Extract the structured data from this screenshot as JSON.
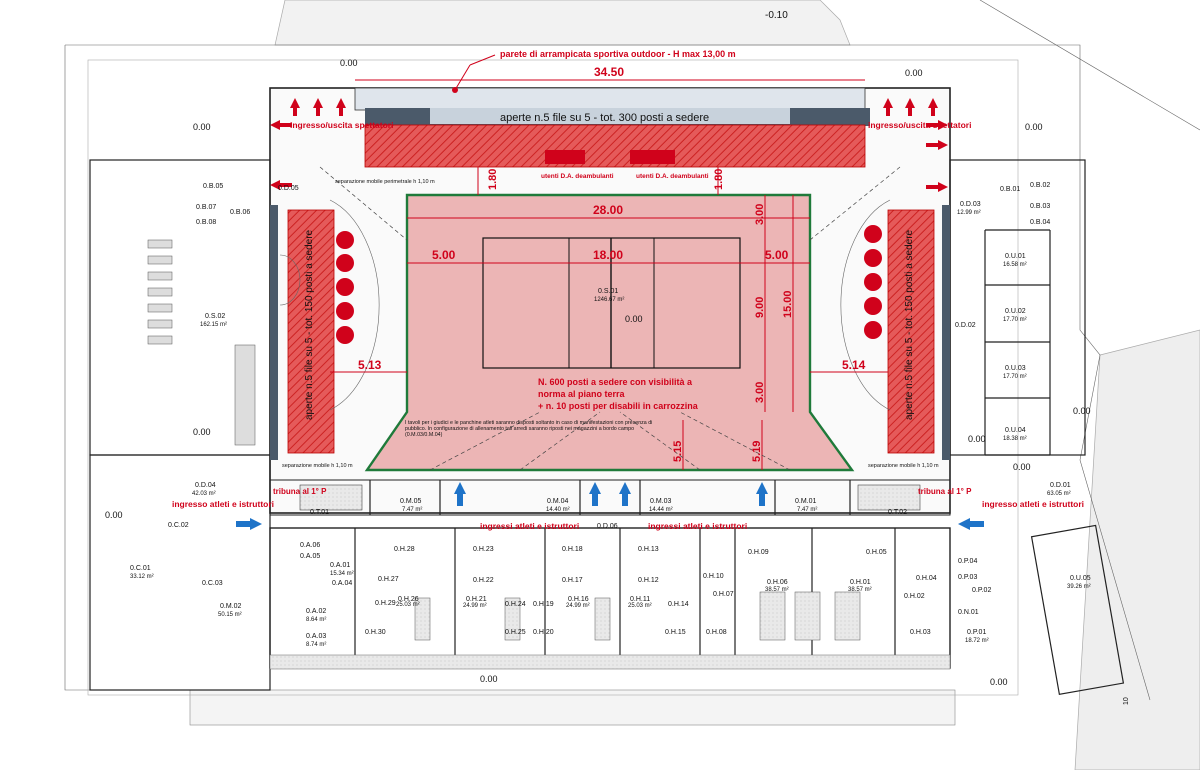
{
  "levels": {
    "outside_top": "-0.10",
    "floor_a": "0.00",
    "floor_b": "0.00",
    "floor_c": "0.00",
    "floor_d": "0.00",
    "floor_e": "0.00",
    "floor_f": "0.00",
    "floor_g": "0.00",
    "floor_h": "0.00",
    "floor_i": "0.00",
    "floor_j": "0.00",
    "floor_k": "0.00",
    "floor_l": "0.00"
  },
  "annotations": {
    "climbing_wall": "parete di arrampicata sportiva outdoor - H max 13,00 m",
    "top_stand": "aperte n.5 file su 5 - tot. 300 posti a sedere",
    "left_stand": "aperte n.5 file su 5 - tot. 150 posti a sedere",
    "right_stand": "aperte n.5 file su 5 - tot. 150 posti a sedere",
    "entry_spectators_left": "ingresso/uscita spettatori",
    "entry_spectators_right": "ingresso/uscita spettatori",
    "disabled_users_left": "utenti D.A. deambulanti",
    "disabled_users_right": "utenti D.A. deambulanti",
    "mobile_sep_top": "separazione mobile perimetrale h 1,10 m",
    "mobile_sep_left": "separazione mobile h 1,10 m",
    "mobile_sep_right": "separazione mobile h 1,10 m",
    "capacity_line1": "N. 600 posti a sedere con visibilità a",
    "capacity_line2": "norma al piano terra",
    "capacity_line3": "+ n. 10 posti per disabili in carrozzina",
    "tables_note": "I tavoli per i giudici e le panchine atleti saranno disposti soltanto in caso di manifestazioni con presenza di pubblico. In configurazione di allenamento tali arredi saranno riposti nei magazzini a bordo campo (0.M.03/0.M.04)",
    "athletes_entry_left": "ingresso atleti e istruttori",
    "athletes_entry_right": "ingresso atleti e istruttori",
    "athletes_entries_center_left": "ingressi atleti e istruttori",
    "athletes_entries_center_right": "ingressi atleti e istruttori",
    "tribune_left": "tribuna al 1° P",
    "tribune_right": "tribuna al 1° P"
  },
  "dimensions": {
    "overall": "34.50",
    "field_len": "28.00",
    "court_len": "18.00",
    "margin_left": "5.00",
    "margin_right": "5.00",
    "depth_top_l": "1.80",
    "depth_top_r": "1.80",
    "field_top": "3.00",
    "court_w": "9.00",
    "field_w": "15.00",
    "field_bot": "3.00",
    "side_left": "5.13",
    "side_right": "5.14",
    "bottom_l": "5.15",
    "bottom_r": "5.19"
  },
  "rooms": {
    "main": {
      "code": "0.S.01",
      "area": "1246.67 m²"
    },
    "gym": {
      "code": "0.S.02",
      "area": "162.15 m²"
    },
    "od03": {
      "code": "0.D.03",
      "area": "12.99 m²"
    },
    "od02": "0.D.02",
    "od05": "0.D.05",
    "od04": {
      "code": "0.D.04",
      "area": "42.03 m²"
    },
    "od01": {
      "code": "0.D.01",
      "area": "63.05 m²"
    },
    "od06": "0.D.06",
    "ou01": {
      "code": "0.U.01",
      "area": "16.58 m²"
    },
    "ou02": {
      "code": "0.U.02",
      "area": "17.70 m²"
    },
    "ou03": {
      "code": "0.U.03",
      "area": "17.70 m²"
    },
    "ou04": {
      "code": "0.U.04",
      "area": "18.38 m²"
    },
    "ou05": {
      "code": "0.U.05",
      "area": "39.26 m²"
    },
    "ob01": "0.B.01",
    "ob02": "0.B.02",
    "ob03": "0.B.03",
    "ob04": "0.B.04",
    "ob05": "0.B.05",
    "ob06": "0.B.06",
    "ob07": "0.B.07",
    "ob08": "0.B.08",
    "om05": {
      "code": "0.M.05",
      "area": "7.47 m²"
    },
    "om04": {
      "code": "0.M.04",
      "area": "14.40 m²"
    },
    "om03": {
      "code": "0.M.03",
      "area": "14.44 m²"
    },
    "om01": {
      "code": "0.M.01",
      "area": "7.47 m²"
    },
    "om02": {
      "code": "0.M.02",
      "area": "50.15 m²"
    },
    "ot01": "0.T.01",
    "ot02": "0.T.02",
    "oc01": {
      "code": "0.C.01",
      "area": "33.12 m²"
    },
    "oc02": "0.C.02",
    "oc03": "0.C.03",
    "oa01": {
      "code": "0.A.01",
      "area": "15.34 m²"
    },
    "oa02": {
      "code": "0.A.02",
      "area": "8.64 m²"
    },
    "oa03": {
      "code": "0.A.03",
      "area": "8.74 m²"
    },
    "oa04": "0.A.04",
    "oa05": "0.A.05",
    "oa06": "0.A.06",
    "oh28": "0.H.28",
    "oh27": "0.H.27",
    "oh26": {
      "code": "0.H.26",
      "area": "25.03 m²"
    },
    "oh29": "0.H.29",
    "oh30": "0.H.30",
    "oh23": "0.H.23",
    "oh22": "0.H.22",
    "oh21": {
      "code": "0.H.21",
      "area": "24.99 m²"
    },
    "oh24": "0.H.24",
    "oh25": "0.H.25",
    "oh18": "0.H.18",
    "oh17": "0.H.17",
    "oh16": {
      "code": "0.H.16",
      "area": "24.99 m²"
    },
    "oh19": "0.H.19",
    "oh20": "0.H.20",
    "oh13": "0.H.13",
    "oh12": "0.H.12",
    "oh11": {
      "code": "0.H.11",
      "area": "25.03 m²"
    },
    "oh14": "0.H.14",
    "oh15": "0.H.15",
    "oh10": "0.H.10",
    "oh09": "0.H.09",
    "oh07": "0.H.07",
    "oh06": {
      "code": "0.H.06",
      "area": "38.57 m²"
    },
    "oh01": {
      "code": "0.H.01",
      "area": "38.57 m²"
    },
    "oh08": "0.H.08",
    "oh05": "0.H.05",
    "oh04": "0.H.04",
    "oh02": "0.H.02",
    "oh03": "0.H.03",
    "op04": "0.P.04",
    "op03": "0.P.03",
    "op02": "0.P.02",
    "op01": {
      "code": "0.P.01",
      "area": "18.72 m²"
    },
    "on01": "0.N.01",
    "north_mark": "10"
  },
  "colors": {
    "accent_red": "#d0021b",
    "seating_fill": "#e58a8a",
    "field_fill": "#ecb5b5",
    "field_border": "#1f7a3a",
    "blue_arrow": "#1e73c8",
    "dark_strip": "#4b5a6a"
  }
}
